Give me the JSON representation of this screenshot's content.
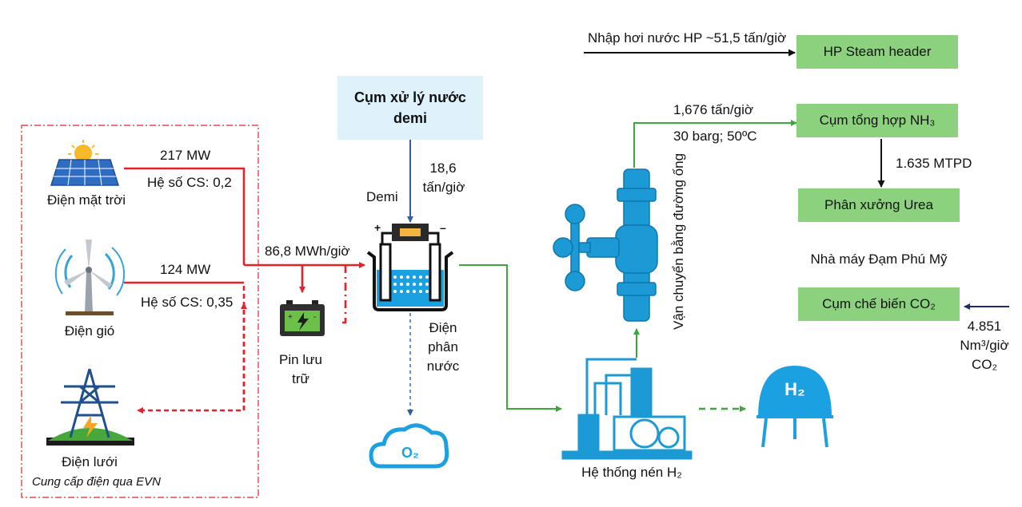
{
  "sources": {
    "solar": {
      "label": "Điện mặt trời",
      "power": "217 MW",
      "factor": "Hệ số CS: 0,2"
    },
    "wind": {
      "label": "Điện gió",
      "power": "124 MW",
      "factor": "Hệ số CS: 0,35"
    },
    "grid": {
      "label": "Điện lưới",
      "note": "Cung cấp điện qua EVN"
    }
  },
  "storage": {
    "label_line1": "Pin lưu",
    "label_line2": "trữ"
  },
  "energy_flow": "86,8 MWh/giờ",
  "water": {
    "box_line1": "Cụm xử lý nước",
    "box_line2": "demi",
    "demi_label": "Demi",
    "flow_line1": "18,6",
    "flow_line2": "tấn/giờ"
  },
  "electrolysis": {
    "line1": "Điện",
    "line2": "phân",
    "line3": "nước"
  },
  "oxygen": "O₂",
  "compressor": "Hệ thống nén H₂",
  "hydrogen": "H₂",
  "pipeline": "Vận chuyển bằng đường ống",
  "ammonia_flow": {
    "rate": "1,676 tấn/giờ",
    "condition": "30 barg; 50ºC"
  },
  "plant": {
    "steam_input": "Nhập hơi nước HP ~51,5 tấn/giờ",
    "steam_header": "HP Steam header",
    "nh3_box": "Cụm tổng hợp NH₃",
    "nh3_output": "1.635 MTPD",
    "urea_box": "Phân xưởng Urea",
    "plant_name": "Nhà máy Đạm Phú Mỹ",
    "co2_box": "Cụm chế biến CO₂",
    "co2_input_line1": "4.851",
    "co2_input_line2": "Nm³/giờ",
    "co2_input_line3": "CO₂"
  },
  "colors": {
    "power_line": "#e8202a",
    "hydrogen_line": "#3aa83a",
    "water_line": "#2e5fa8",
    "green_box": "#8cd27e",
    "blue_box": "#dff2fb",
    "equipment": "#1b9ad6"
  }
}
